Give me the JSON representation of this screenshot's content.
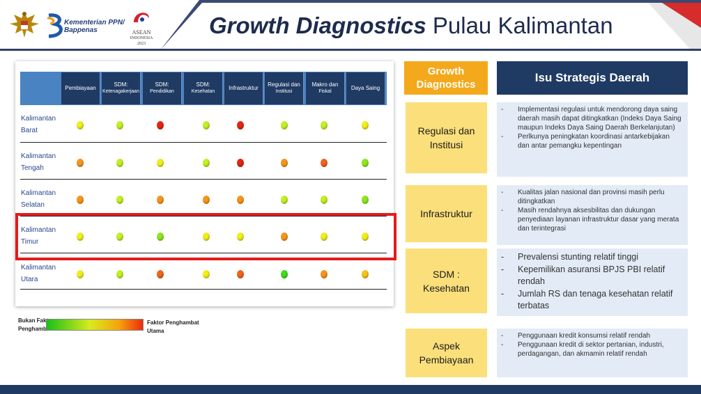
{
  "header": {
    "kementerian_line1": "Kementerian PPN/",
    "kementerian_line2": "Bappenas",
    "asean_line1": "ASEAN",
    "asean_line2": "INDONESIA",
    "asean_line3": "2023",
    "title_bold": "Growth Diagnostics",
    "title_rest": "Pulau Kalimantan",
    "icons": [
      "garuda-emblem",
      "bappenas-logo",
      "asean-2023-logo"
    ]
  },
  "table": {
    "columns": [
      "Pembiayaan",
      "SDM: Ketenagakerjaan",
      "SDM: Pendidikan",
      "SDM: Kesehatan",
      "Infrastruktur",
      "Regulasi dan Institusi",
      "Makro dan Fiskal",
      "Daya Saing"
    ],
    "column_lines": [
      [
        "Pembiayaan"
      ],
      [
        "SDM:",
        "Ketenagakerjaan"
      ],
      [
        "SDM:",
        "Pendidikan"
      ],
      [
        "SDM:",
        "Kesehatan"
      ],
      [
        "Infrastruktur"
      ],
      [
        "Regulasi dan",
        "Institusi"
      ],
      [
        "Makro dan",
        "Fiskal"
      ],
      [
        "Daya Saing"
      ]
    ],
    "rows": [
      {
        "name_line1": "Kalimantan",
        "name_line2": "Barat",
        "statuses": [
          "yellow",
          "yellow-green",
          "red",
          "yellow-green",
          "red",
          "yellow-green",
          "yellow-green",
          "yellow"
        ]
      },
      {
        "name_line1": "Kalimantan",
        "name_line2": "Tengah",
        "statuses": [
          "orange",
          "yellow-green",
          "yellow",
          "yellow-green",
          "red",
          "orange",
          "orange-red",
          "lime-green"
        ]
      },
      {
        "name_line1": "Kalimantan",
        "name_line2": "Selatan",
        "statuses": [
          "orange",
          "yellow-green",
          "orange",
          "orange",
          "orange",
          "yellow-green",
          "yellow-green",
          "lime-green"
        ]
      },
      {
        "name_line1": "Kalimantan",
        "name_line2": "Timur",
        "statuses": [
          "yellow",
          "yellow-green",
          "lime-green",
          "yellow",
          "yellow",
          "orange",
          "yellow",
          "yellow"
        ]
      },
      {
        "name_line1": "Kalimantan",
        "name_line2": "Utara",
        "statuses": [
          "yellow",
          "yellow-green",
          "orange-red",
          "yellow",
          "orange-red",
          "green",
          "orange",
          "amber"
        ]
      }
    ],
    "highlighted_row": "Kalimantan Timur"
  },
  "legend": {
    "left_line1": "Bukan Faktor",
    "left_line2": "Penghambat",
    "right_line1": "Faktor Penghambat",
    "right_line2": "Utama"
  },
  "status_colors": {
    "green": "#3fdc1c",
    "lime-green": "#8ee61f",
    "yellow-green": "#c4ef22",
    "yellow": "#f1ee1b",
    "amber": "#f7c21a",
    "orange": "#f7951b",
    "orange-red": "#f2641a",
    "red": "#e8240f"
  },
  "right": {
    "gd_line1": "Growth",
    "gd_line2": "Diagnostics",
    "isu_header": "Isu Strategis Daerah",
    "categories": [
      {
        "line1": "Regulasi dan",
        "line2": "Institusi"
      },
      {
        "line1": "Infrastruktur",
        "line2": ""
      },
      {
        "line1": "SDM :",
        "line2": "Kesehatan"
      },
      {
        "line1": "Aspek",
        "line2": "Pembiayaan"
      }
    ],
    "issues": [
      [
        "Implementasi regulasi untuk mendorong daya saing daerah masih dapat ditingkatkan (Indeks Daya Saing maupun Indeks Daya Saing Daerah Berkelanjutan)",
        "Perlkunya peningkatan koordinasi antarkebijakan dan antar pemangku kepentingan"
      ],
      [
        "Kualitas jalan nasional dan provinsi masih perlu ditingkatkan",
        "Masih rendahnya aksesbilitas dan dukungan penyediaan layanan infrastruktur dasar yang merata dan terintegrasi"
      ],
      [
        "Prevalensi stunting relatif tinggi",
        "Kepemilikan asuransi BPJS PBI relatif rendah",
        "Jumlah RS dan tenaga kesehatan relatif terbatas"
      ],
      [
        "Penggunaan kredit konsumsi relatif rendah",
        "Penggunaan kredit di sektor pertanian, industri, perdagangan, dan akmamin relatif rendah"
      ]
    ]
  }
}
